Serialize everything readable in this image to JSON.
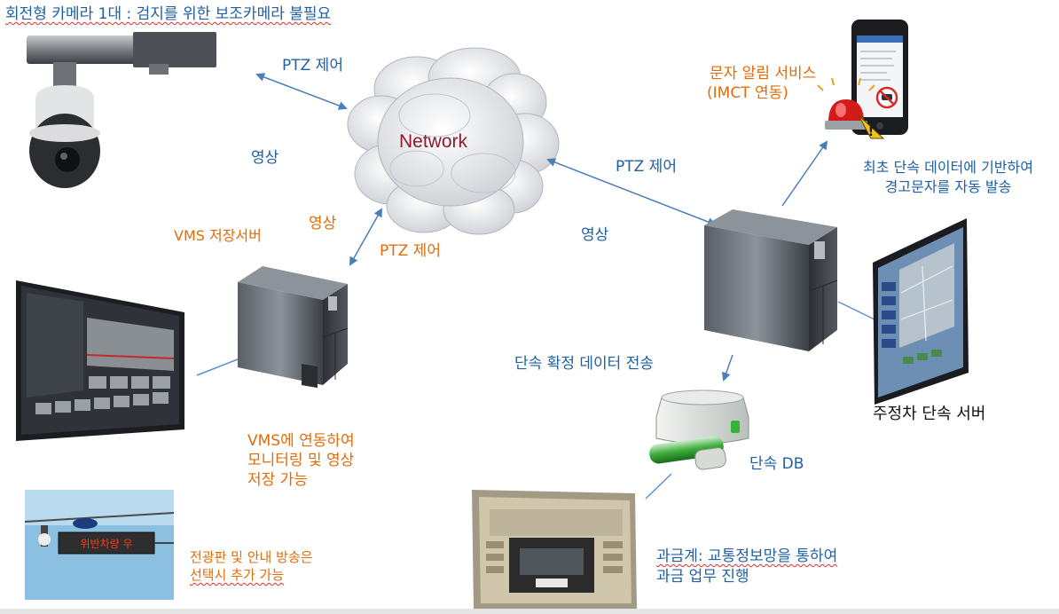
{
  "title": "회전형 카메라 1대 : 검지를 위한 보조카메라 불필요",
  "network_label": "Network",
  "labels": {
    "ptz_top": "PTZ 제어",
    "video_left": "영상",
    "vms_server": "VMS 저장서버",
    "video_mid": "영상",
    "ptz_mid": "PTZ 제어",
    "ptz_right": "PTZ 제어",
    "video_right": "영상",
    "sms_line1": "문자 알림 서비스",
    "sms_line2": "(IMCT 연동)",
    "warn_line1": "최초 단속 데이터에 기반하여",
    "warn_line2": "경고문자를 자동 발송",
    "confirm_data": "단속 확정 데이터 전송",
    "parking_server": "주정차 단속 서버",
    "enforce_db": "단속 DB",
    "vms_line1": "VMS에 연동하여",
    "vms_line2": "모니터링 및 영상",
    "vms_line3": "저장 가능",
    "board_line1": "전광판 및 안내 방송은",
    "board_line2": "선택시 추가 가능",
    "billing_line1": "과금계: 교통정보망을 통하여",
    "billing_line2": "과금 업무 진행",
    "sign_text": "위반차량 우"
  },
  "colors": {
    "text_blue": "#1f5fa3",
    "text_orange": "#e36c09",
    "arrow": "#4a7ebb",
    "network_text": "#8e1a2b"
  }
}
